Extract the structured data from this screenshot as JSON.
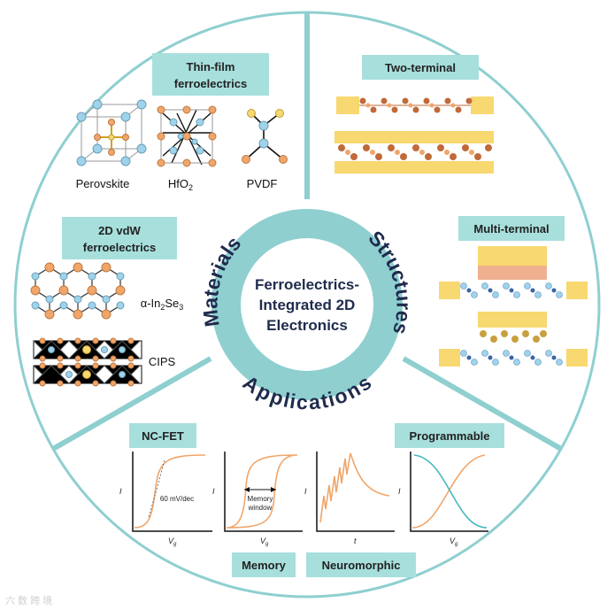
{
  "center": {
    "line1": "Ferroelectrics-",
    "line2": "Integrated 2D",
    "line3": "Electronics"
  },
  "ring": {
    "materials": "Materials",
    "structures": "Structures",
    "applications": "Applications"
  },
  "materials": {
    "thin_film_title_1": "Thin-film",
    "thin_film_title_2": "ferroelectrics",
    "perovskite": "Perovskite",
    "hfo2_main": "HfO",
    "hfo2_sub": "2",
    "pvdf": "PVDF",
    "vdw_title_1": "2D vdW",
    "vdw_title_2": "ferroelectrics",
    "in2se3_a": "α-In",
    "in2se3_sub1": "2",
    "in2se3_b": "Se",
    "in2se3_sub2": "3",
    "cips": "CIPS"
  },
  "structures": {
    "two_terminal": "Two-terminal",
    "multi_terminal": "Multi-terminal"
  },
  "applications": {
    "ncfet": "NC-FET",
    "programmable": "Programmable",
    "memory": "Memory",
    "neuromorphic": "Neuromorphic",
    "slope_label": "60 mV/dec",
    "memory_window_1": "Memory",
    "memory_window_2": "window",
    "y_axis": "I",
    "x_axis_vg": "V",
    "x_axis_vg_sub": "g",
    "x_axis_t": "t"
  },
  "watermark": "六 数 跨 境",
  "colors": {
    "ring": "#8fcfd0",
    "label": "#a7dfdc",
    "navy": "#1f2b4d",
    "orange": "#f0a66a",
    "teal": "#45b8c0",
    "yellow": "#f8d870",
    "brown": "#c06a3a",
    "blue_atom": "#9fd3ec"
  }
}
